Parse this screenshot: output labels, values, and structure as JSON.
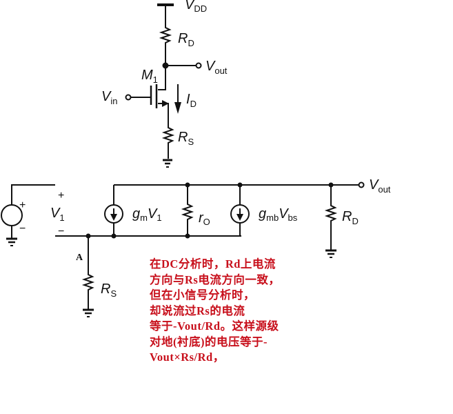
{
  "top_circuit": {
    "supply": "V",
    "supply_sub": "DD",
    "drain_resistor": "R",
    "drain_resistor_sub": "D",
    "output": "V",
    "output_sub": "out",
    "transistor": "M",
    "transistor_sub": "1",
    "input": "V",
    "input_sub": "in",
    "current": "I",
    "current_sub": "D",
    "source_resistor": "R",
    "source_resistor_sub": "S"
  },
  "small_signal": {
    "plus1": "+",
    "minus1": "−",
    "source_plus": "+",
    "source_minus": "−",
    "v1": "V",
    "v1_sub": "1",
    "gm": "g",
    "gm_sub": "m",
    "gm_v": "V",
    "gm_v_sub": "1",
    "ro": "r",
    "ro_sub": "O",
    "gmb": "g",
    "gmb_sub": "mb",
    "gmb_v": "V",
    "gmb_v_sub": "bs",
    "rd": "R",
    "rd_sub": "D",
    "rs": "R",
    "rs_sub": "S",
    "vout": "V",
    "vout_sub": "out",
    "node_a": "A"
  },
  "annotation": {
    "color": "#c8101c",
    "lines": [
      "在DC分析时，Rd上电流",
      "方向与Rs电流方向一致，",
      "但在小信号分析时，",
      "却说流过Rs的电流",
      "等于-Vout/Rd。这样源级",
      "对地(衬底)的电压等于-",
      "Vout×Rs/Rd，"
    ]
  }
}
